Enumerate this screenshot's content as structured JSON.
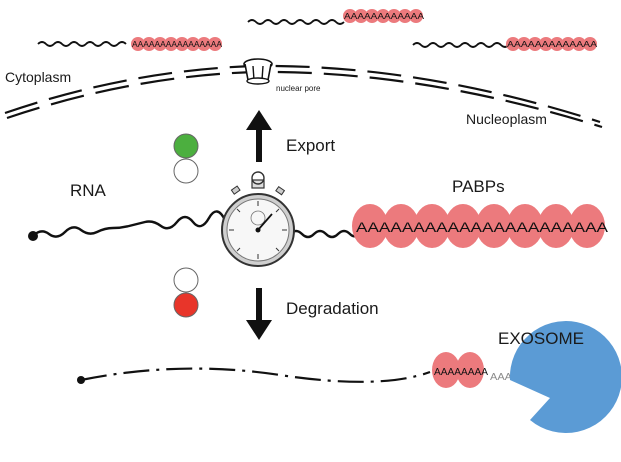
{
  "labels": {
    "cytoplasm": "Cytoplasm",
    "nucleoplasm": "Nucleoplasm",
    "nuclear_pore": "nuclear pore",
    "export": "Export",
    "rna": "RNA",
    "pabps": "PABPs",
    "degradation": "Degradation",
    "exosome": "EXOSOME"
  },
  "poly_a": {
    "top_left": "AAAAAAAAAAAAAAAA",
    "top_center": "AAAAAAAAAAAA",
    "top_right": "AAAAAAAAAAAAA",
    "main": "AAAAAAAAAAAAAAAAAAAAAA",
    "bottom_bound": "AAAAAAAA",
    "bottom_free": "AAAAAA"
  },
  "colors": {
    "pabp": "#ec7a7d",
    "exosome": "#5b9bd5",
    "export_signal": "#4caf3f",
    "degradation_signal": "#e8352a",
    "off_signal": "#ffffff"
  },
  "icons": [
    "stopwatch-icon",
    "up-arrow-icon",
    "down-arrow-icon",
    "nuclear-pore-icon",
    "exosome-icon"
  ]
}
